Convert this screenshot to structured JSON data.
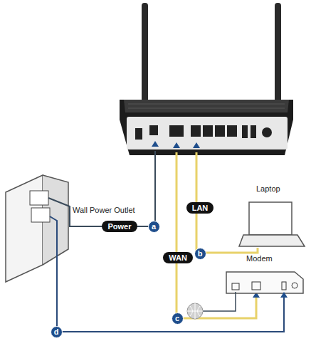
{
  "diagram": {
    "nodes": [
      {
        "text": [
          "Power"
        ]
      },
      {
        "text": [
          "a"
        ]
      },
      {
        "text": [
          "WAN"
        ]
      },
      {
        "text": [
          "LAN"
        ]
      },
      {
        "text": [
          "b"
        ]
      },
      {
        "text": [
          "c"
        ]
      },
      {
        "text": [
          "d"
        ]
      }
    ],
    "labels": [
      "Wall Power Outlet",
      "Laptop",
      "Modem"
    ]
  }
}
